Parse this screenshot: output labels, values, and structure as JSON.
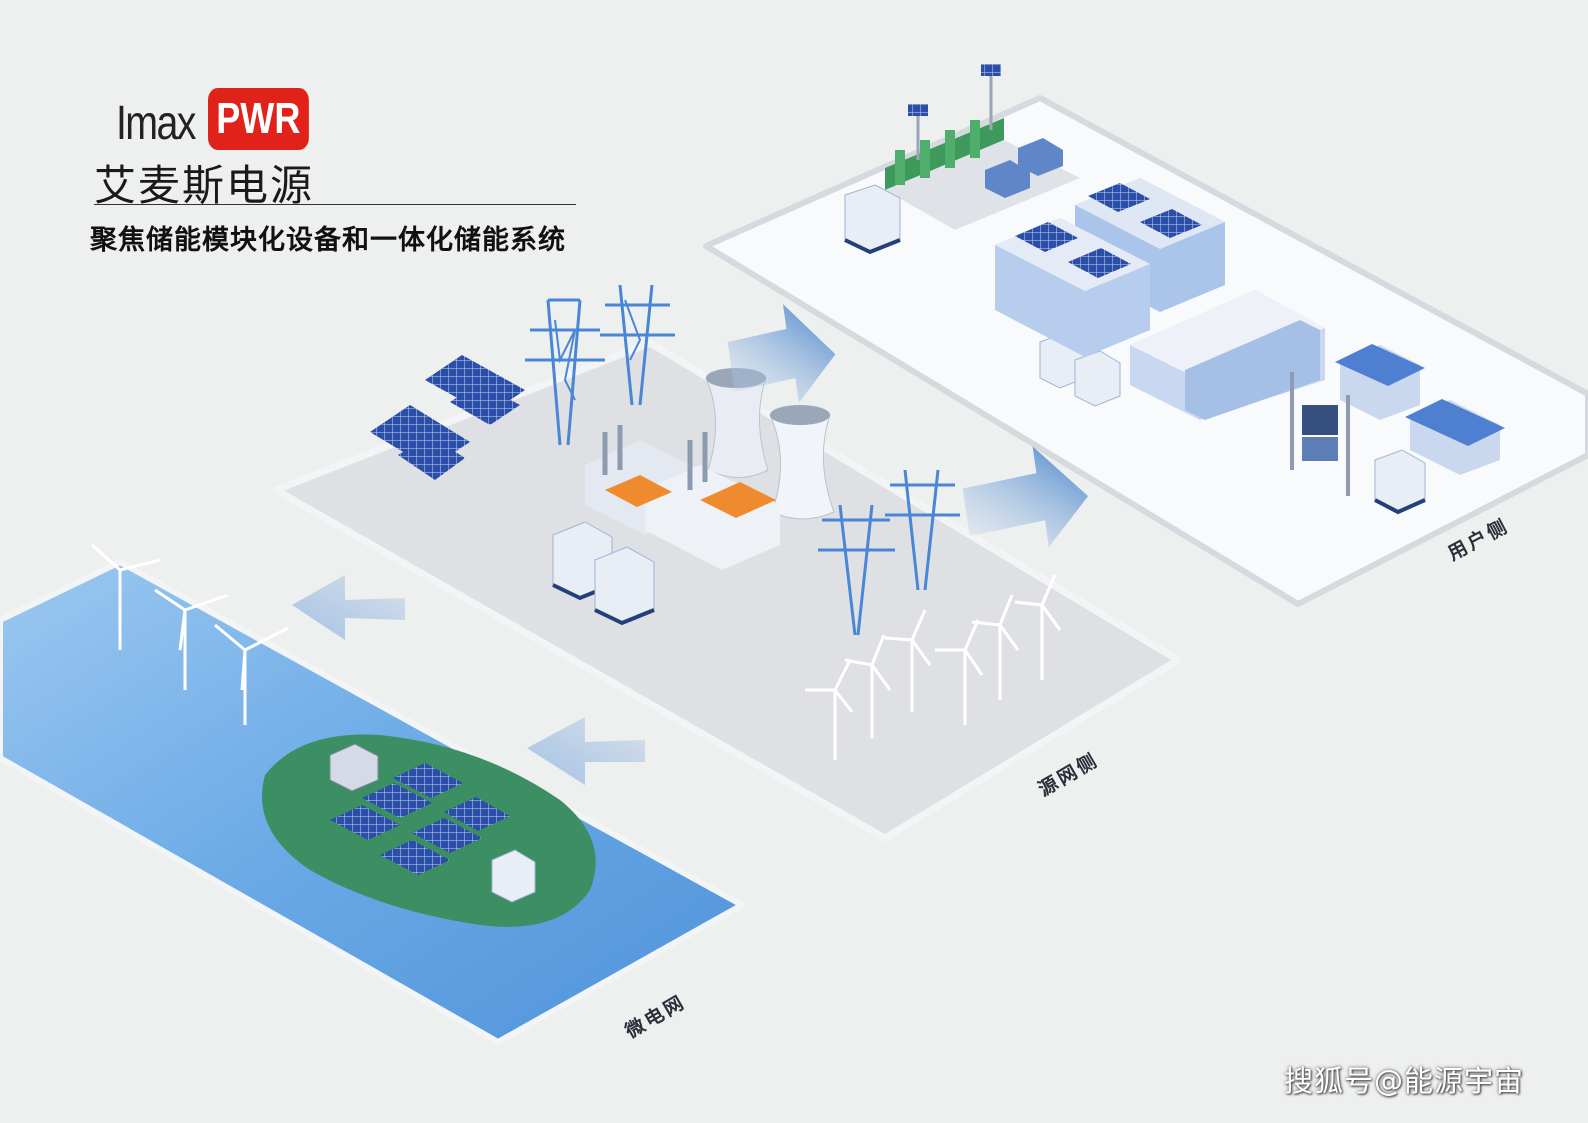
{
  "brand": {
    "logo_en_left": "Imax",
    "logo_en_right": "PWR",
    "logo_cn": "艾麦斯电源",
    "slogan": "聚焦储能模块化设备和一体化储能系统"
  },
  "platforms": {
    "user_side": "用户侧",
    "source_grid_side": "源网侧",
    "microgrid": "微电网"
  },
  "watermark": "搜狐号@能源宇宙",
  "colors": {
    "accent_blue": "#3a7bd5",
    "logo_red": "#e0221b",
    "water_blue": "#6aa9e6",
    "island_green": "#3c8f62",
    "roof_orange": "#ef8a2e"
  }
}
